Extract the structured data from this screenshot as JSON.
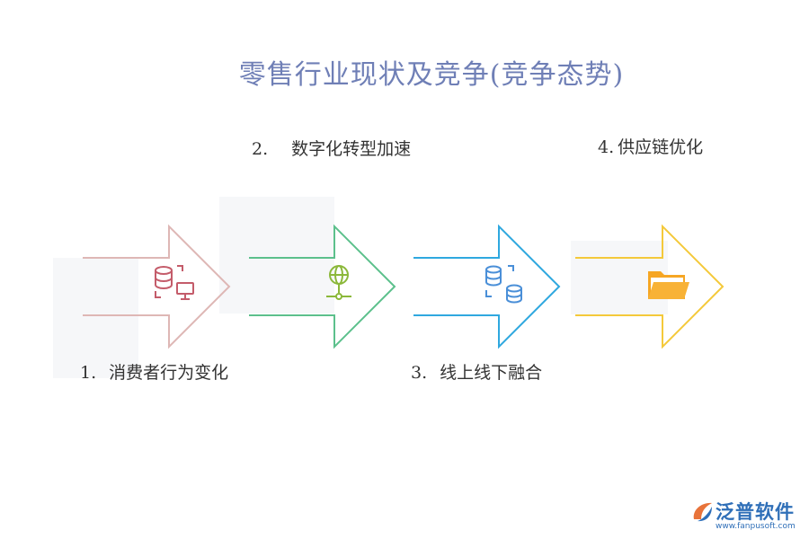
{
  "title": "零售行业现状及竞争(竞争态势)",
  "steps": [
    {
      "num": "1.",
      "label": "消费者行为变化",
      "color": "#deb7b5",
      "icon": "database-monitor-icon",
      "icon_color": "#c45c6a"
    },
    {
      "num": "2.",
      "label": "数字化转型加速",
      "color": "#5cc08c",
      "icon": "globe-network-icon",
      "icon_color": "#8bb83a"
    },
    {
      "num": "3.",
      "label": "线上线下融合",
      "color": "#2fa8df",
      "icon": "database-sync-icon",
      "icon_color": "#4a8fd8"
    },
    {
      "num": "4.",
      "label": "供应链优化",
      "color": "#f4c93a",
      "icon": "folder-icon",
      "icon_color": "#f6a623"
    }
  ],
  "logo": {
    "name": "泛普软件",
    "url": "www.fanpusoft.com",
    "icon": "fanpu-logo-icon"
  }
}
